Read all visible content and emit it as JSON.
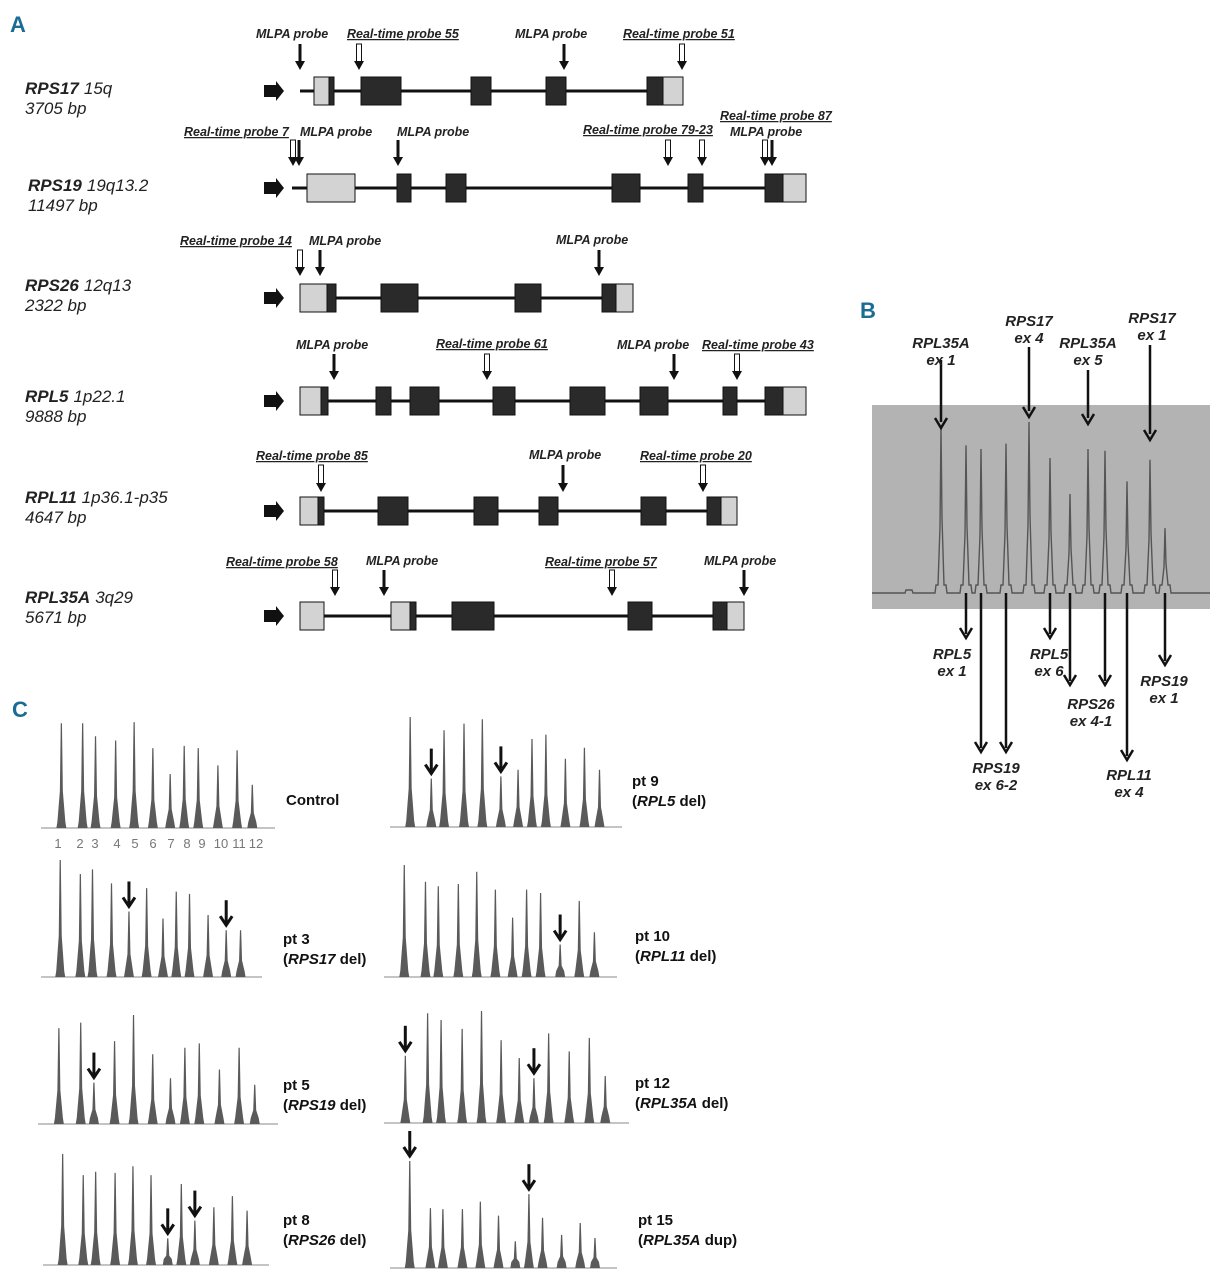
{
  "panels": {
    "a": {
      "letter": "A",
      "genes": [
        {
          "name": "RPS17",
          "locus": "15q",
          "size": "3705 bp",
          "exons": [
            {
              "kind": "split-left-utr"
            },
            {
              "kind": "coding"
            },
            {
              "kind": "coding"
            },
            {
              "kind": "coding"
            },
            {
              "kind": "split-right-utr"
            }
          ],
          "probes": [
            {
              "type": "MLPA",
              "label": "MLPA probe"
            },
            {
              "type": "real-time",
              "label": "Real-time probe 55"
            },
            {
              "type": "MLPA",
              "label": "MLPA probe"
            },
            {
              "type": "real-time",
              "label": "Real-time probe 51"
            }
          ]
        },
        {
          "name": "RPS19",
          "locus": "19q13.2",
          "size": "11497 bp",
          "exons": [
            {
              "kind": "utr"
            },
            {
              "kind": "coding"
            },
            {
              "kind": "coding"
            },
            {
              "kind": "coding"
            },
            {
              "kind": "coding"
            },
            {
              "kind": "split-right-utr"
            }
          ],
          "probes": [
            {
              "type": "real-time",
              "label": "Real-time probe 7"
            },
            {
              "type": "MLPA",
              "label": "MLPA probe"
            },
            {
              "type": "MLPA",
              "label": "MLPA probe"
            },
            {
              "type": "real-time",
              "label": "Real-time probe 79-23"
            },
            {
              "type": "real-time",
              "label": ""
            },
            {
              "type": "real-time",
              "label": "Real-time probe 87"
            },
            {
              "type": "MLPA",
              "label": "MLPA probe"
            }
          ]
        },
        {
          "name": "RPS26",
          "locus": "12q13",
          "size": "2322 bp",
          "exons": [
            {
              "kind": "split-left-utr"
            },
            {
              "kind": "coding"
            },
            {
              "kind": "coding"
            },
            {
              "kind": "split-right-utr"
            }
          ],
          "probes": [
            {
              "type": "real-time",
              "label": "Real-time probe 14"
            },
            {
              "type": "MLPA",
              "label": "MLPA probe"
            },
            {
              "type": "MLPA",
              "label": "MLPA probe"
            }
          ]
        },
        {
          "name": "RPL5",
          "locus": "1p22.1",
          "size": "9888 bp",
          "exons": [
            {
              "kind": "split-left-utr"
            },
            {
              "kind": "coding"
            },
            {
              "kind": "coding"
            },
            {
              "kind": "coding"
            },
            {
              "kind": "coding"
            },
            {
              "kind": "coding"
            },
            {
              "kind": "coding"
            },
            {
              "kind": "split-right-utr"
            }
          ],
          "probes": [
            {
              "type": "MLPA",
              "label": "MLPA probe"
            },
            {
              "type": "real-time",
              "label": "Real-time probe 61"
            },
            {
              "type": "MLPA",
              "label": "MLPA probe"
            },
            {
              "type": "real-time",
              "label": "Real-time probe 43"
            }
          ]
        },
        {
          "name": "RPL11",
          "locus": "1p36.1-p35",
          "size": "4647 bp",
          "exons": [
            {
              "kind": "split-left-utr"
            },
            {
              "kind": "coding"
            },
            {
              "kind": "coding"
            },
            {
              "kind": "coding"
            },
            {
              "kind": "coding"
            },
            {
              "kind": "split-right-utr"
            }
          ],
          "probes": [
            {
              "type": "real-time",
              "label": "Real-time probe 85"
            },
            {
              "type": "MLPA",
              "label": "MLPA probe"
            },
            {
              "type": "real-time",
              "label": "Real-time probe 20"
            }
          ]
        },
        {
          "name": "RPL35A",
          "locus": "3q29",
          "size": "5671 bp",
          "exons": [
            {
              "kind": "utr"
            },
            {
              "kind": "split-left-utr"
            },
            {
              "kind": "coding"
            },
            {
              "kind": "coding"
            },
            {
              "kind": "split-right-utr"
            }
          ],
          "probes": [
            {
              "type": "real-time",
              "label": "Real-time probe 58"
            },
            {
              "type": "MLPA",
              "label": "MLPA probe"
            },
            {
              "type": "real-time",
              "label": "Real-time probe 57"
            },
            {
              "type": "MLPA",
              "label": "MLPA probe"
            }
          ]
        }
      ]
    },
    "b": {
      "letter": "B",
      "peaks_relative_height": [
        0.92,
        0.82,
        0.8,
        0.83,
        0.95,
        0.75,
        0.55,
        0.8,
        0.79,
        0.62,
        0.74,
        0.36
      ],
      "top_labels": [
        {
          "gene": "RPL35A",
          "exon": "ex 1",
          "peak": 1
        },
        {
          "gene": "RPS17",
          "exon": "ex 4",
          "peak": 5
        },
        {
          "gene": "RPL35A",
          "exon": "ex 5",
          "peak": 8
        },
        {
          "gene": "RPS17",
          "exon": "ex 1",
          "peak": 11
        }
      ],
      "bottom_labels": [
        {
          "gene": "RPL5",
          "exon": "ex 1",
          "peak": 2
        },
        {
          "gene": "RPS19",
          "exon": "ex 6-2",
          "peak": 3
        },
        {
          "gene": "",
          "exon": "",
          "peak": 4
        },
        {
          "gene": "RPL5",
          "exon": "ex 6",
          "peak": 6
        },
        {
          "gene": "RPS26",
          "exon": "ex 4-1",
          "peak": 7
        },
        {
          "gene": "",
          "exon": "",
          "peak": 9
        },
        {
          "gene": "RPL11",
          "exon": "ex 4",
          "peak": 10
        },
        {
          "gene": "RPS19",
          "exon": "ex 1",
          "peak": 12
        }
      ]
    },
    "c": {
      "letter": "C",
      "peak_numbers": [
        "1",
        "2",
        "3",
        "4",
        "5",
        "6",
        "7",
        "8",
        "9",
        "10",
        "11",
        "12"
      ],
      "traces": [
        {
          "id": "control",
          "label": "Control",
          "sublabel_gene": "",
          "sublabel_suffix": "",
          "heights": [
            0.97,
            0.97,
            0.85,
            0.81,
            0.98,
            0.74,
            0.5,
            0.76,
            0.74,
            0.58,
            0.72,
            0.4
          ],
          "arrows": []
        },
        {
          "id": "pt9",
          "label": "pt 9",
          "sublabel_gene": "RPL5",
          "sublabel_suffix": " del)",
          "heights": [
            1.0,
            0.44,
            0.88,
            0.94,
            0.98,
            0.46,
            0.52,
            0.8,
            0.84,
            0.62,
            0.72,
            0.52
          ],
          "arrows": [
            2,
            6
          ]
        },
        {
          "id": "pt3",
          "label": "pt 3",
          "sublabel_gene": "RPS17",
          "sublabel_suffix": " del)",
          "heights": [
            1.0,
            0.88,
            0.92,
            0.8,
            0.56,
            0.76,
            0.5,
            0.73,
            0.71,
            0.53,
            0.4,
            0.4
          ],
          "arrows": [
            5,
            11
          ]
        },
        {
          "id": "pt10",
          "label": "pt 10",
          "sublabel_gene": "RPL11",
          "sublabel_suffix": " del)",
          "heights": [
            1.0,
            0.85,
            0.81,
            0.83,
            0.94,
            0.78,
            0.53,
            0.78,
            0.75,
            0.29,
            0.68,
            0.4
          ],
          "arrows": [
            10
          ]
        },
        {
          "id": "pt5",
          "label": "pt 5",
          "sublabel_gene": "RPS19",
          "sublabel_suffix": " del)",
          "heights": [
            0.88,
            0.93,
            0.38,
            0.76,
            1.0,
            0.64,
            0.42,
            0.7,
            0.74,
            0.5,
            0.7,
            0.36
          ],
          "arrows": [
            3
          ]
        },
        {
          "id": "pt12",
          "label": "pt 12",
          "sublabel_gene": "RPL35A",
          "sublabel_suffix": " del)",
          "heights": [
            0.6,
            0.98,
            0.92,
            0.84,
            1.0,
            0.74,
            0.58,
            0.4,
            0.8,
            0.64,
            0.76,
            0.42
          ],
          "arrows": [
            1,
            8
          ]
        },
        {
          "id": "pt8",
          "label": "pt 8",
          "sublabel_gene": "RPS26",
          "sublabel_suffix": " del)",
          "heights": [
            1.0,
            0.81,
            0.84,
            0.83,
            0.89,
            0.81,
            0.24,
            0.73,
            0.4,
            0.52,
            0.62,
            0.49
          ],
          "arrows": [
            7,
            9
          ]
        },
        {
          "id": "pt15",
          "label": "pt 15",
          "sublabel_gene": "RPL35A",
          "sublabel_suffix": " dup)",
          "heights": [
            1.0,
            0.56,
            0.55,
            0.55,
            0.62,
            0.49,
            0.25,
            0.69,
            0.47,
            0.31,
            0.42,
            0.28
          ],
          "arrows": [
            1,
            8
          ]
        }
      ]
    }
  },
  "colors": {
    "exon_coding": "#2a2a2a",
    "exon_utr": "#d3d3d3",
    "panel_letter": "#1a6c93",
    "trace_fill": "#5a5a5a",
    "panel_b_background": "#b3b3b3"
  }
}
